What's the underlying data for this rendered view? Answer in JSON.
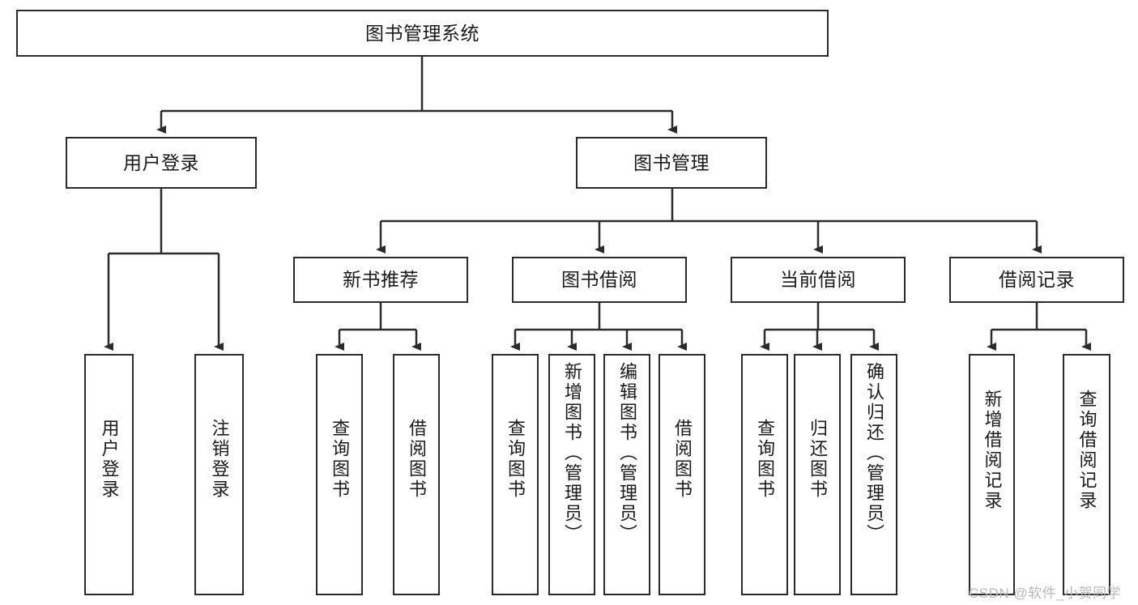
{
  "diagram": {
    "title_node": {
      "label": "图书管理系统"
    },
    "level2": [
      {
        "id": "user-login",
        "label": "用户登录"
      },
      {
        "id": "book-management",
        "label": "图书管理"
      }
    ],
    "level3": [
      {
        "id": "new-book-recommend",
        "label": "新书推荐"
      },
      {
        "id": "book-borrow",
        "label": "图书借阅"
      },
      {
        "id": "current-borrow",
        "label": "当前借阅"
      },
      {
        "id": "borrow-record",
        "label": "借阅记录"
      }
    ],
    "leaves": {
      "user_login": [
        {
          "id": "leaf-user-login",
          "label": "用户登录"
        },
        {
          "id": "leaf-logout-login",
          "label": "注销登录"
        }
      ],
      "new_book_recommend": [
        {
          "id": "leaf-query-book-1",
          "label": "查询图书"
        },
        {
          "id": "leaf-borrow-book-1",
          "label": "借阅图书"
        }
      ],
      "book_borrow": [
        {
          "id": "leaf-query-book-2",
          "label": "查询图书"
        },
        {
          "id": "leaf-add-book",
          "label": "新增图书（管理员）"
        },
        {
          "id": "leaf-edit-book",
          "label": "编辑图书（管理员）"
        },
        {
          "id": "leaf-borrow-book-2",
          "label": "借阅图书"
        }
      ],
      "current_borrow": [
        {
          "id": "leaf-query-book-3",
          "label": "查询图书"
        },
        {
          "id": "leaf-return-book",
          "label": "归还图书"
        },
        {
          "id": "leaf-confirm-return",
          "label": "确认归还（管理员）"
        }
      ],
      "borrow_record": [
        {
          "id": "leaf-add-record",
          "label": "新增借阅记录"
        },
        {
          "id": "leaf-query-record",
          "label": "查询借阅记录"
        }
      ]
    },
    "watermark": {
      "text": "CSDN @软件_小贺同学"
    },
    "colors": {
      "stroke": "#2b2b2b",
      "fill": "#ffffff",
      "text": "#1a1a1a",
      "watermark": "#b9b9b9"
    }
  }
}
